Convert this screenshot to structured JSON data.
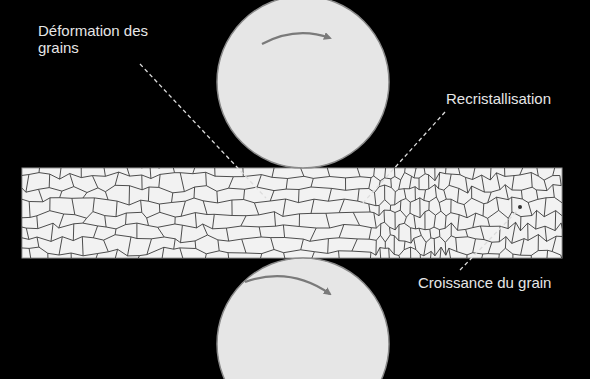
{
  "diagram": {
    "labels": [
      "Déformation des grains",
      "Recristallisation",
      "Croissance du grain"
    ]
  }
}
